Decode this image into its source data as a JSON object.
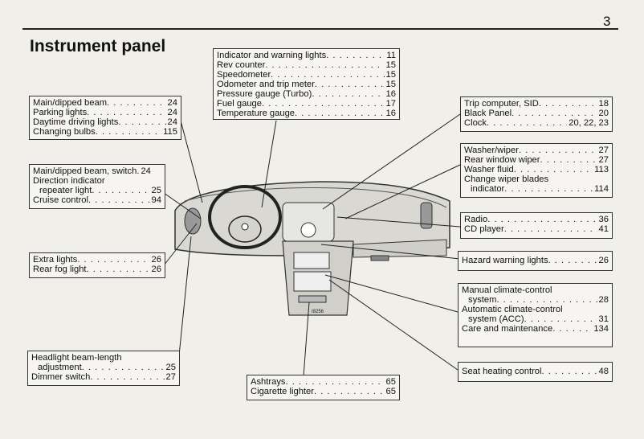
{
  "page": {
    "number": "3",
    "title": "Instrument panel"
  },
  "illustration": {
    "code": "I8256"
  },
  "groups": {
    "top_center": [
      {
        "label": "Indicator and warning lights",
        "page": "11"
      },
      {
        "label": "Rev counter",
        "page": "15"
      },
      {
        "label": "Speedometer",
        "page": "15"
      },
      {
        "label": "Odometer and trip meter",
        "page": "15"
      },
      {
        "label": "Pressure gauge (Turbo)",
        "page": "16"
      },
      {
        "label": "Fuel gauge",
        "page": "17"
      },
      {
        "label": "Temperature gauge",
        "page": "16"
      }
    ],
    "lights": [
      {
        "label": "Main/dipped beam",
        "page": "24"
      },
      {
        "label": "Parking lights",
        "page": "24"
      },
      {
        "label": "Daytime driving lights",
        "page": "24"
      },
      {
        "label": "Changing bulbs",
        "page": "115"
      }
    ],
    "switch": [
      {
        "label": "Main/dipped beam, switch.",
        "page": "24"
      },
      {
        "label": "Direction indicator",
        "page": ""
      },
      {
        "label": "  repeater light",
        "page": "25"
      },
      {
        "label": "Cruise control",
        "page": "94"
      }
    ],
    "fog": [
      {
        "label": "Extra lights",
        "page": "26"
      },
      {
        "label": "Rear fog light",
        "page": "26"
      }
    ],
    "headlight": [
      {
        "label": "Headlight beam-length",
        "page": ""
      },
      {
        "label": "  adjustment",
        "page": "25"
      },
      {
        "label": "Dimmer switch",
        "page": "27"
      }
    ],
    "ashtray": [
      {
        "label": "Ashtrays",
        "page": "65"
      },
      {
        "label": "Cigarette lighter",
        "page": "65"
      }
    ],
    "trip": [
      {
        "label": "Trip computer, SID",
        "page": "18"
      },
      {
        "label": "Black Panel",
        "page": "20"
      },
      {
        "label": "Clock",
        "page": "20, 22, 23"
      }
    ],
    "wiper": [
      {
        "label": "Washer/wiper",
        "page": "27"
      },
      {
        "label": "Rear window wiper",
        "page": "27"
      },
      {
        "label": "Washer fluid",
        "page": "113"
      },
      {
        "label": "Change wiper blades",
        "page": ""
      },
      {
        "label": "  indicator",
        "page": "114"
      }
    ],
    "radio": [
      {
        "label": "Radio",
        "page": "36"
      },
      {
        "label": "CD player",
        "page": "41"
      }
    ],
    "hazard": [
      {
        "label": "Hazard warning lights",
        "page": "26"
      }
    ],
    "climate": [
      {
        "label": "Manual climate-control",
        "page": ""
      },
      {
        "label": "  system",
        "page": "28"
      },
      {
        "label": "Automatic climate-control",
        "page": ""
      },
      {
        "label": "  system (ACC)",
        "page": "31"
      },
      {
        "label": "Care and maintenance",
        "page": "134"
      }
    ],
    "seat": [
      {
        "label": "Seat heating control",
        "page": "48"
      }
    ]
  }
}
